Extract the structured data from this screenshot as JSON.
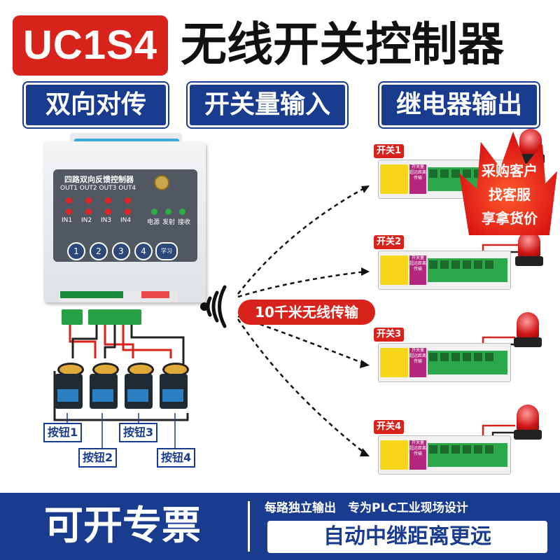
{
  "header": {
    "model": "UC1S4",
    "title": "无线开关控制器"
  },
  "features": [
    "双向对传",
    "开关量输入",
    "继电器输出"
  ],
  "controller": {
    "panel_title": "四路双向反馈控制器",
    "outputs": "OUT1 OUT2 OUT3 OUT4",
    "inputs": [
      "IN1",
      "IN2",
      "IN3",
      "IN4"
    ],
    "status": [
      "电源",
      "发射",
      "接收"
    ],
    "buttons": [
      "1",
      "2",
      "3",
      "4"
    ],
    "learn": "学习"
  },
  "wireless_label": "10千米无线传输",
  "modules": [
    "开关1",
    "开关2",
    "开关3",
    "开关4"
  ],
  "module_text": "开关量 超远距离传输",
  "push_buttons": [
    "按钮1",
    "按钮2",
    "按钮3",
    "按钮4"
  ],
  "promo": [
    "采购客户",
    "找客服",
    "享拿货价"
  ],
  "footer": {
    "left": "可开专票",
    "top": "每路独立输出　专为PLC工业现场设计",
    "bottom": "自动中继距离更远"
  },
  "colors": {
    "red": "#d8231c",
    "blue": "#1a3c8f",
    "green": "#26a045",
    "yellow": "#f7d51b",
    "purple": "#b3287e"
  }
}
